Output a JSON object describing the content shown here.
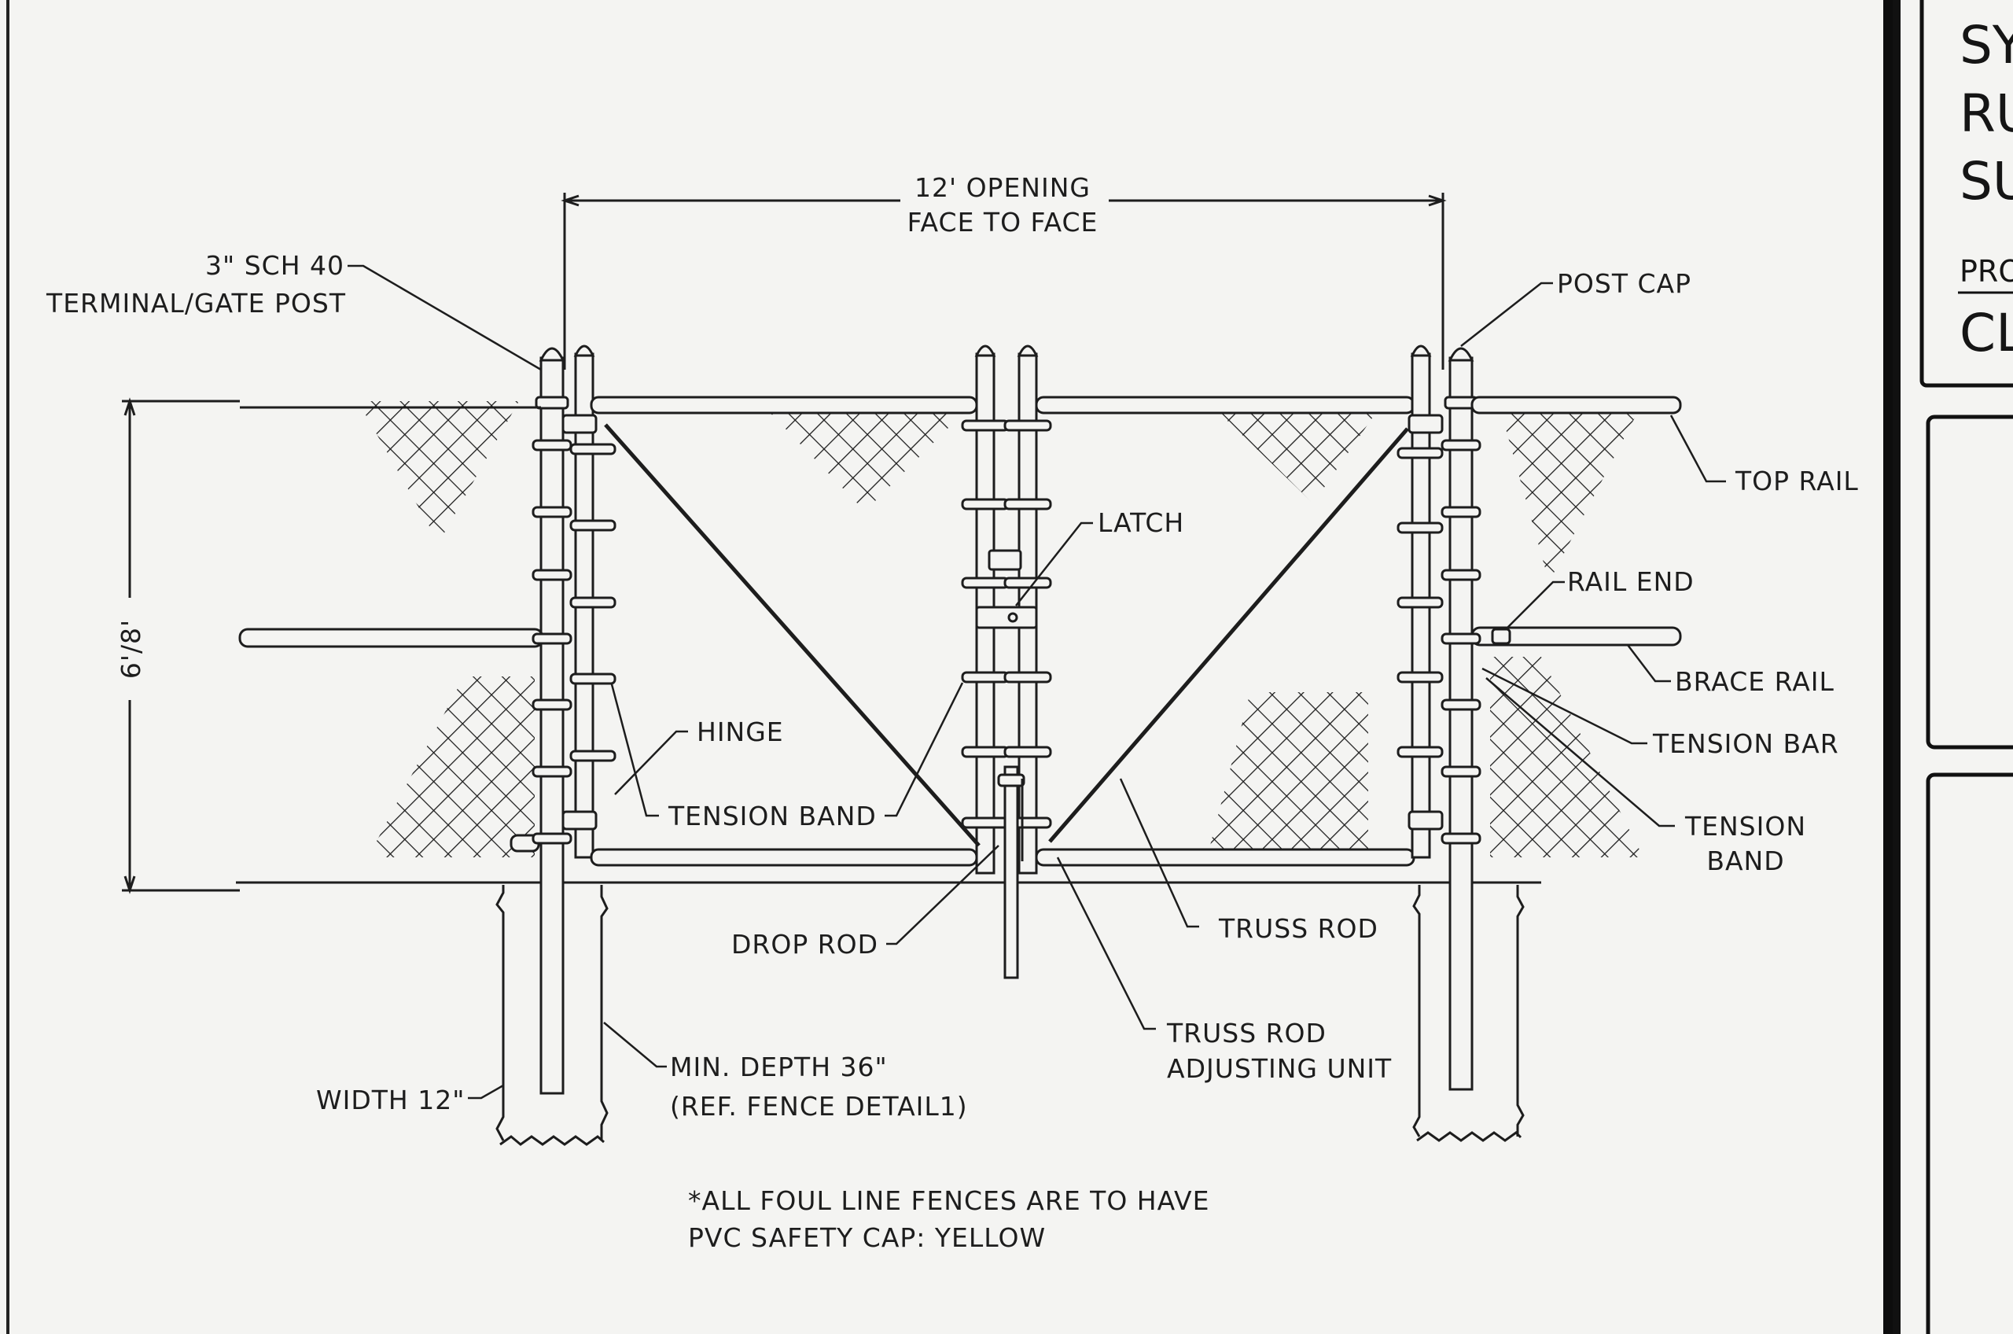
{
  "dimensions": {
    "opening_line1": "12' OPENING",
    "opening_line2": "FACE TO FACE",
    "height": "6'/8'"
  },
  "labels": {
    "sch40_line1": "3\" SCH 40",
    "sch40_line2": "TERMINAL/GATE POST",
    "post_cap": "POST CAP",
    "top_rail": "TOP RAIL",
    "latch": "LATCH",
    "rail_end": "RAIL END",
    "brace_rail": "BRACE RAIL",
    "tension_bar": "TENSION BAR",
    "tension_band_right_line1": "TENSION",
    "tension_band_right_line2": "BAND",
    "hinge": "HINGE",
    "tension_band_left": "TENSION BAND",
    "drop_rod": "DROP ROD",
    "truss_rod": "TRUSS ROD",
    "truss_rod_adj_line1": "TRUSS ROD",
    "truss_rod_adj_line2": "ADJUSTING UNIT",
    "min_depth_line1": "MIN. DEPTH 36\"",
    "min_depth_line2": "(REF. FENCE DETAIL1)",
    "width": "WIDTH 12\""
  },
  "notes": {
    "line1": "*ALL FOUL LINE FENCES ARE TO HAVE",
    "line2": "PVC SAFETY CAP: YELLOW"
  },
  "title_block": {
    "t1": "SY",
    "t2": "RU",
    "t3": "SU",
    "t4": "PRO",
    "t5": "CL"
  },
  "colors": {
    "ink": "#1d1d1d",
    "paper": "#f4f4f2"
  }
}
